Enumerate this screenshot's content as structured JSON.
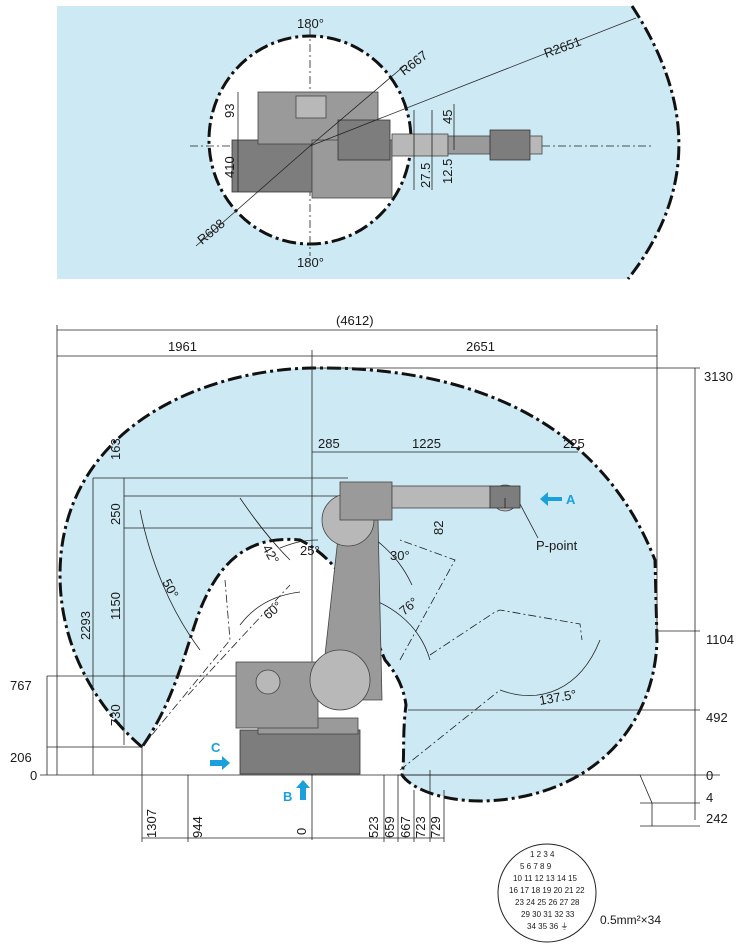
{
  "top_view": {
    "angle_top": "180°",
    "angle_bottom": "180°",
    "r_outer": "R2651",
    "r_mid": "R667",
    "r_inner": "R608",
    "dim_93": "93",
    "dim_410": "410",
    "dim_45": "45",
    "dim_27_5": "27.5",
    "dim_12_5": "12.5"
  },
  "side_view": {
    "overall": "(4612)",
    "left_reach": "1961",
    "right_reach": "2651",
    "dim_285": "285",
    "dim_1225": "1225",
    "dim_225": "225",
    "dim_82": "82",
    "left_163": "163",
    "left_250": "250",
    "left_1150": "1150",
    "left_2293": "2293",
    "left_730": "730",
    "left_767": "767",
    "left_206": "206",
    "left_0": "0",
    "right_3130": "3130",
    "right_1104": "1104",
    "right_492": "492",
    "right_0": "0",
    "right_4": "4",
    "right_242": "242",
    "bottom_1307": "1307",
    "bottom_944": "944",
    "bottom_0": "0",
    "bottom_523": "523",
    "bottom_659": "659",
    "bottom_667": "667",
    "bottom_723": "723",
    "bottom_729": "729",
    "angle_50": "50°",
    "angle_42": "42°",
    "angle_25": "25°",
    "angle_30": "30°",
    "angle_60": "60°",
    "angle_76": "76°",
    "angle_137_5": "137.5°",
    "label_a": "A",
    "label_b": "B",
    "label_c": "C",
    "p_point": "P-point"
  },
  "connector": {
    "pin_rows": [
      "1 2 3 4",
      "5 6 7 8 9",
      "10 11 12 13 14 15",
      "16 17 18 19 20 21 22",
      "23 24 25 26 27 28",
      "29 30 31 32 33",
      "34 35 36 ⏚"
    ],
    "spec": "0.5mm²×34"
  },
  "colors": {
    "envelope": "#cde9f4",
    "accent": "#1aa0dc",
    "robot": "#9a9a9a"
  }
}
